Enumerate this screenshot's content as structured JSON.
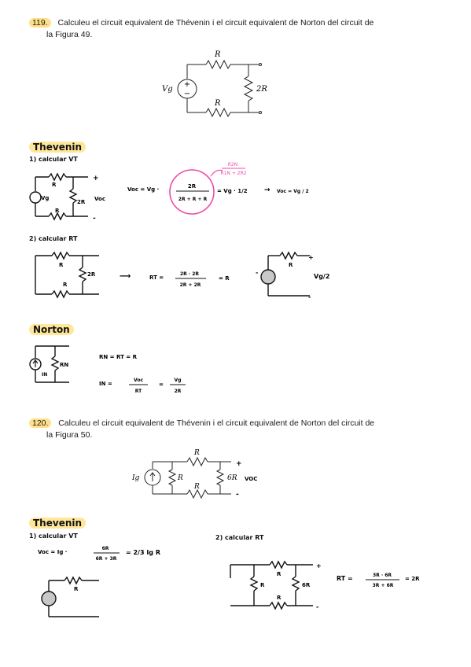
{
  "p119": {
    "number": "119.",
    "text": "Calculeu el circuit equivalent de Thévenin i el circuit equivalent de Norton del circuit de",
    "text2": "la Figura 49.",
    "fig": {
      "R_top": "R",
      "R_bot": "R",
      "R_side": "2R",
      "source": "Vg"
    }
  },
  "thev1": {
    "title": "Thevenin",
    "step1": "1) calcular VT",
    "circ": {
      "R_top": "R",
      "R_mid": "2R",
      "R_bot": "R",
      "src": "Vg",
      "plus": "+",
      "minus": "-",
      "voc": "Voc"
    },
    "eq_lhs": "Voc = Vg ·",
    "frac_num": "2R",
    "frac_den": "2R + R + R",
    "eq_rhs": "= Vg · 1/2",
    "arrow_result": "Voc = Vg / 2",
    "note_num": "R2N",
    "note_den": "R1N + 2R2",
    "step2": "2) calcular RT",
    "rt_circ": {
      "R_top": "R",
      "R_mid": "2R",
      "R_bot": "R"
    },
    "rt_lhs": "RT =",
    "rt_num": "2R · 2R",
    "rt_den": "2R + 2R",
    "rt_rhs": "= R",
    "eqv": {
      "R": "R",
      "plus": "+",
      "minus": "-",
      "val": "Vg/2"
    }
  },
  "norton1": {
    "title": "Norton",
    "circ": {
      "src": "IN",
      "R": "RN"
    },
    "rn": "RN = RT = R",
    "in_lhs": "IN =",
    "in_num1": "Voc",
    "in_den1": "RT",
    "in_eq": "=",
    "in_num2": "Vg",
    "in_den2": "2R"
  },
  "p120": {
    "number": "120.",
    "text": "Calculeu el circuit equivalent de Thévenin i el circuit equivalent de Norton del circuit de",
    "text2": "la Figura 50.",
    "fig": {
      "R_top": "R",
      "R_left": "R",
      "R_bot": "R",
      "R_right": "6R",
      "voc": "VOC",
      "src": "Ig"
    }
  },
  "thev2": {
    "title": "Thevenin",
    "step1": "1) calcular VT",
    "voc_lhs": "Voc = Ig ·",
    "voc_num": "6R",
    "voc_den": "6R + 3R",
    "voc_rhs": "= 2/3 Ig R",
    "eqv": {
      "R": "R"
    },
    "step2": "2) calcular RT",
    "rt_circ": {
      "R_top": "R",
      "R_left": "R",
      "R_right": "6R",
      "R_bot": "R",
      "plus": "+",
      "minus": "-"
    },
    "rt_lhs": "RT =",
    "rt_num": "3R · 6R",
    "rt_den": "3R + 6R",
    "rt_rhs": "= 2R"
  }
}
